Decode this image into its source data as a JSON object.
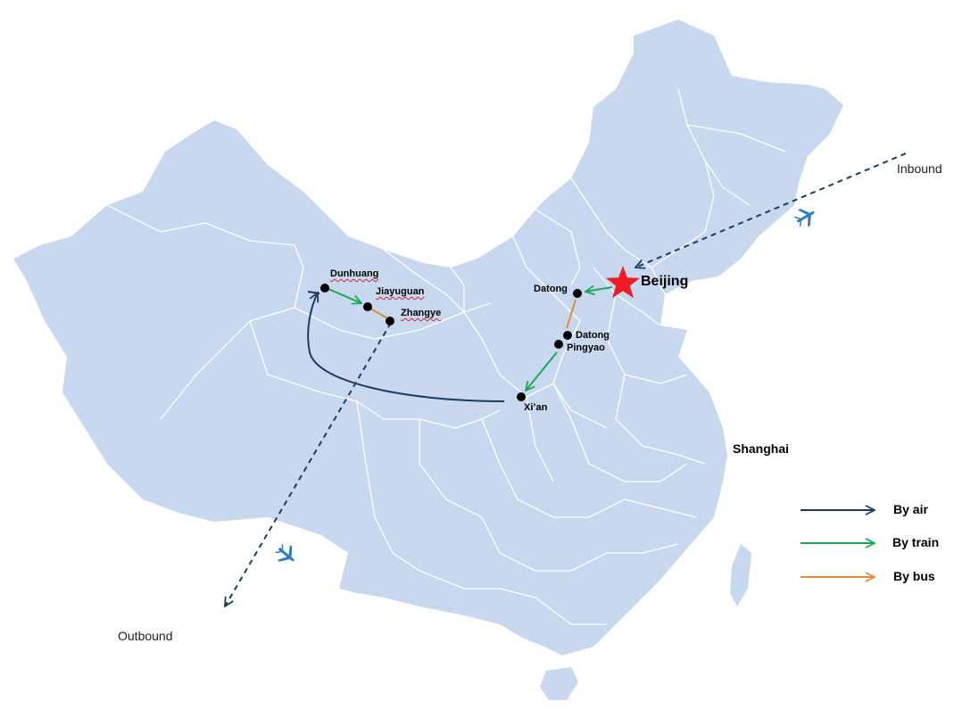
{
  "colors": {
    "land": "#c8d8ee",
    "border": "#ffffff",
    "air": "#1f3a5f",
    "train": "#1aa855",
    "bus": "#e08a3c",
    "star": "#ee1c24",
    "plane": "#2b7bc0"
  },
  "labels": {
    "inbound": "Inbound",
    "outbound": "Outbound",
    "shanghai": "Shanghai",
    "beijing": "Beijing"
  },
  "cities": {
    "dunhuang": "Dunhuang",
    "jiayuguan": "Jiayuguan",
    "zhangye": "Zhangye",
    "datong_north": "Datong",
    "datong_south": "Datong",
    "pingyao": "Pingyao",
    "xian": "Xi’an"
  },
  "legend": {
    "air": "By air",
    "train": "By train",
    "bus": "By bus"
  },
  "icons": {
    "capital": "red-star-icon",
    "plane": "airplane-icon"
  }
}
